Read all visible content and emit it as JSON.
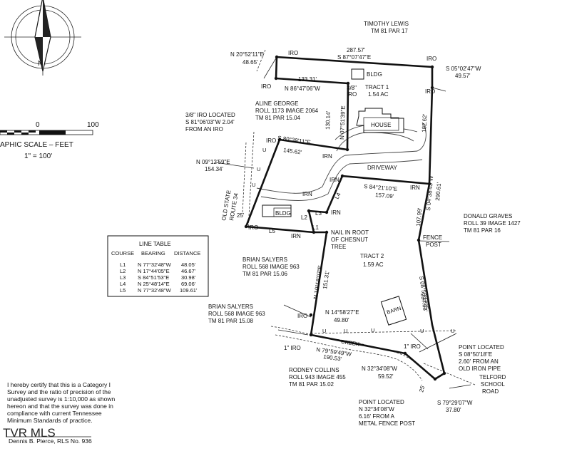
{
  "north_arrow": {
    "letter": "N"
  },
  "scale": {
    "tick_0": "0",
    "tick_100": "100",
    "title": "APHIC SCALE  –  FEET",
    "ratio": "1\" = 100'"
  },
  "owners": {
    "timothy_lewis": {
      "name": "TIMOTHY LEWIS",
      "tm": "TM 81 PAR 17"
    },
    "aline_george": {
      "name": "ALINE GEORGE",
      "roll": "ROLL 1173 IMAGE 2064",
      "tm": "TM 81 PAR 15.04"
    },
    "donald_graves": {
      "name": "DONALD GRAVES",
      "roll": "ROLL 39 IMAGE 1427",
      "tm": "TM 81 PAR 16"
    },
    "brian_salyers_a": {
      "name": "BRIAN SALYERS",
      "roll": "ROLL 568 IMAGE 963",
      "tm": "TM 81 PAR 15.06"
    },
    "brian_salyers_b": {
      "name": "BRIAN SALYERS",
      "roll": "ROLL 568 IMAGE 963",
      "tm": "TM 81 PAR 15.08"
    },
    "rodney_collins": {
      "name": "RODNEY COLLINS",
      "roll": "ROLL 943 IMAGE 455",
      "tm": "TM 81 PAR 15.02"
    }
  },
  "tracts": {
    "tract1": {
      "name": "TRACT 1",
      "area": "1.54 AC"
    },
    "tract2": {
      "name": "TRACT 2",
      "area": "1.59 AC"
    }
  },
  "features": {
    "bldg_top": "BLDG",
    "house": "HOUSE",
    "driveway": "DRIVEWAY",
    "bldg_small": "BLDG",
    "barn": "BARN",
    "creek": "CREEK",
    "road_old_state_1": "OLD STATE",
    "road_old_state_2": "ROUTE 34",
    "telford_1": "TELFORD",
    "telford_2": "SCHOOL",
    "telford_3": "ROAD",
    "fence_post_1": "FENCE",
    "fence_post_2": "POST",
    "nail_1": "NAIL IN ROOT",
    "nail_2": "OF CHESNUT",
    "nail_3": "TREE",
    "utility": "U"
  },
  "markers": {
    "iro": "IRO",
    "irn": "IRN",
    "iro_38": "3/8\"",
    "one_iro": "1\" IRO"
  },
  "calls": {
    "c1": "N 20°52'11\"E",
    "c1d": "48.65'",
    "c2": "287.57'",
    "c3": "S 87°07'47\"E",
    "c4": "S 05°02'47\"W",
    "c4d": "49.57'",
    "c5": "133.31'",
    "c6": "N 86°47'06\"W",
    "c7": "182.62'",
    "c8": "130.14'",
    "c9": "N 07°51'39\"E",
    "c10": "S 80°39'11\"E",
    "c11": "145.62'",
    "c12": "N 09°12'59\"E",
    "c13": "154.34'",
    "c14": "S 84°21'10\"E",
    "c15": "157.09'",
    "c16": "S 04°38'43\"W",
    "c17": "290.61'",
    "c18": "107.99'",
    "c19": "N 10°18'07\"E",
    "c20": "151.31'",
    "c21": "S 08°50'18\"E",
    "c22": "287.63'",
    "c23": "N 14°58'27\"E",
    "c24": "49.80'",
    "c25": "N 79°59'49\"W",
    "c26": "190.53'",
    "c27": "N 32°34'08\"W",
    "c28": "59.52'",
    "c29": "S 79°29'07\"W",
    "c30": "37.80'",
    "d25a": "25'",
    "d25b": "25'",
    "iro_located_1": "3/8\" IRO LOCATED",
    "iro_located_2": "S 81°06'03\"W  2.04'",
    "iro_located_3": "FROM AN IRO",
    "pt_a1": "POINT LOCATED",
    "pt_a2": "S 08°50'18\"E",
    "pt_a3": "2.60' FROM AN",
    "pt_a4": "OLD IRON PIPE",
    "pt_b1": "POINT LOCATED",
    "pt_b2": "N 32°34'08\"W",
    "pt_b3": "6.16' FROM A",
    "pt_b4": "METAL FENCE POST"
  },
  "line_labels": {
    "l1": "L1",
    "l2": "L2",
    "l3": "L3",
    "l4": "L4",
    "l5": "L5"
  },
  "line_table": {
    "title": "LINE  TABLE",
    "headers": [
      "COURSE",
      "BEARING",
      "DISTANCE"
    ],
    "rows": [
      [
        "L1",
        "N 77°32'48\"W",
        "48.05'"
      ],
      [
        "L2",
        "N 17°44'05\"E",
        "46.67'"
      ],
      [
        "L3",
        "S 84°51'53\"E",
        "30.98'"
      ],
      [
        "L4",
        "N 25°48'14\"E",
        "69.06'"
      ],
      [
        "L5",
        "N 77°32'48\"W",
        "109.61'"
      ]
    ]
  },
  "certification": [
    "I hereby certify that this is a Category I",
    "Survey and the ratio of precision of the",
    "unadjusted survey is 1:10,000 as shown",
    "hereon and that the survey was done in",
    "compliance with current Tennessee",
    "Minimum Standards of practice."
  ],
  "signature": "Dennis B. Pierce, RLS No. 936",
  "watermark": "TVR MLS"
}
